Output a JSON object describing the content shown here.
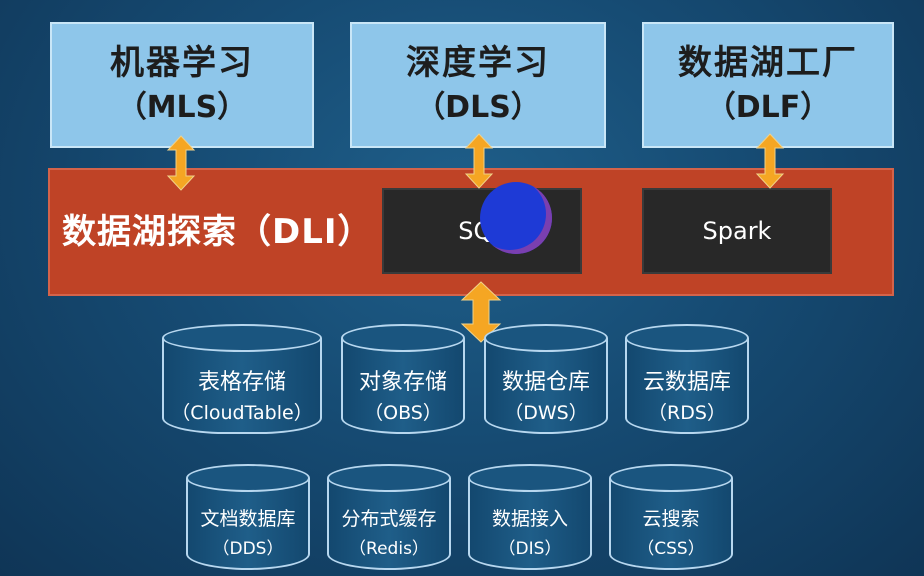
{
  "top_boxes": [
    {
      "name": "机器学习",
      "abbr": "（MLS）"
    },
    {
      "name": "深度学习",
      "abbr": "（DLS）"
    },
    {
      "name": "数据湖工厂",
      "abbr": "（DLF）"
    }
  ],
  "dli": {
    "label": "数据湖探索（DLI）"
  },
  "engines": [
    {
      "label": "SQL"
    },
    {
      "label": "Spark"
    }
  ],
  "storage_row1": [
    {
      "name": "表格存储",
      "abbr": "（CloudTable）"
    },
    {
      "name": "对象存储",
      "abbr": "（OBS）"
    },
    {
      "name": "数据仓库",
      "abbr": "（DWS）"
    },
    {
      "name": "云数据库",
      "abbr": "（RDS）"
    }
  ],
  "storage_row2": [
    {
      "name": "文档数据库",
      "abbr": "（DDS）"
    },
    {
      "name": "分布式缓存",
      "abbr": "（Redis）"
    },
    {
      "name": "数据接入",
      "abbr": "（DIS）"
    },
    {
      "name": "云搜索",
      "abbr": "（CSS）"
    }
  ],
  "colors": {
    "top_box": "#8ec6ea",
    "dli_band": "#bf4326",
    "engine_box": "#282828",
    "arrow": "#f5a623",
    "background": "#164b73"
  }
}
